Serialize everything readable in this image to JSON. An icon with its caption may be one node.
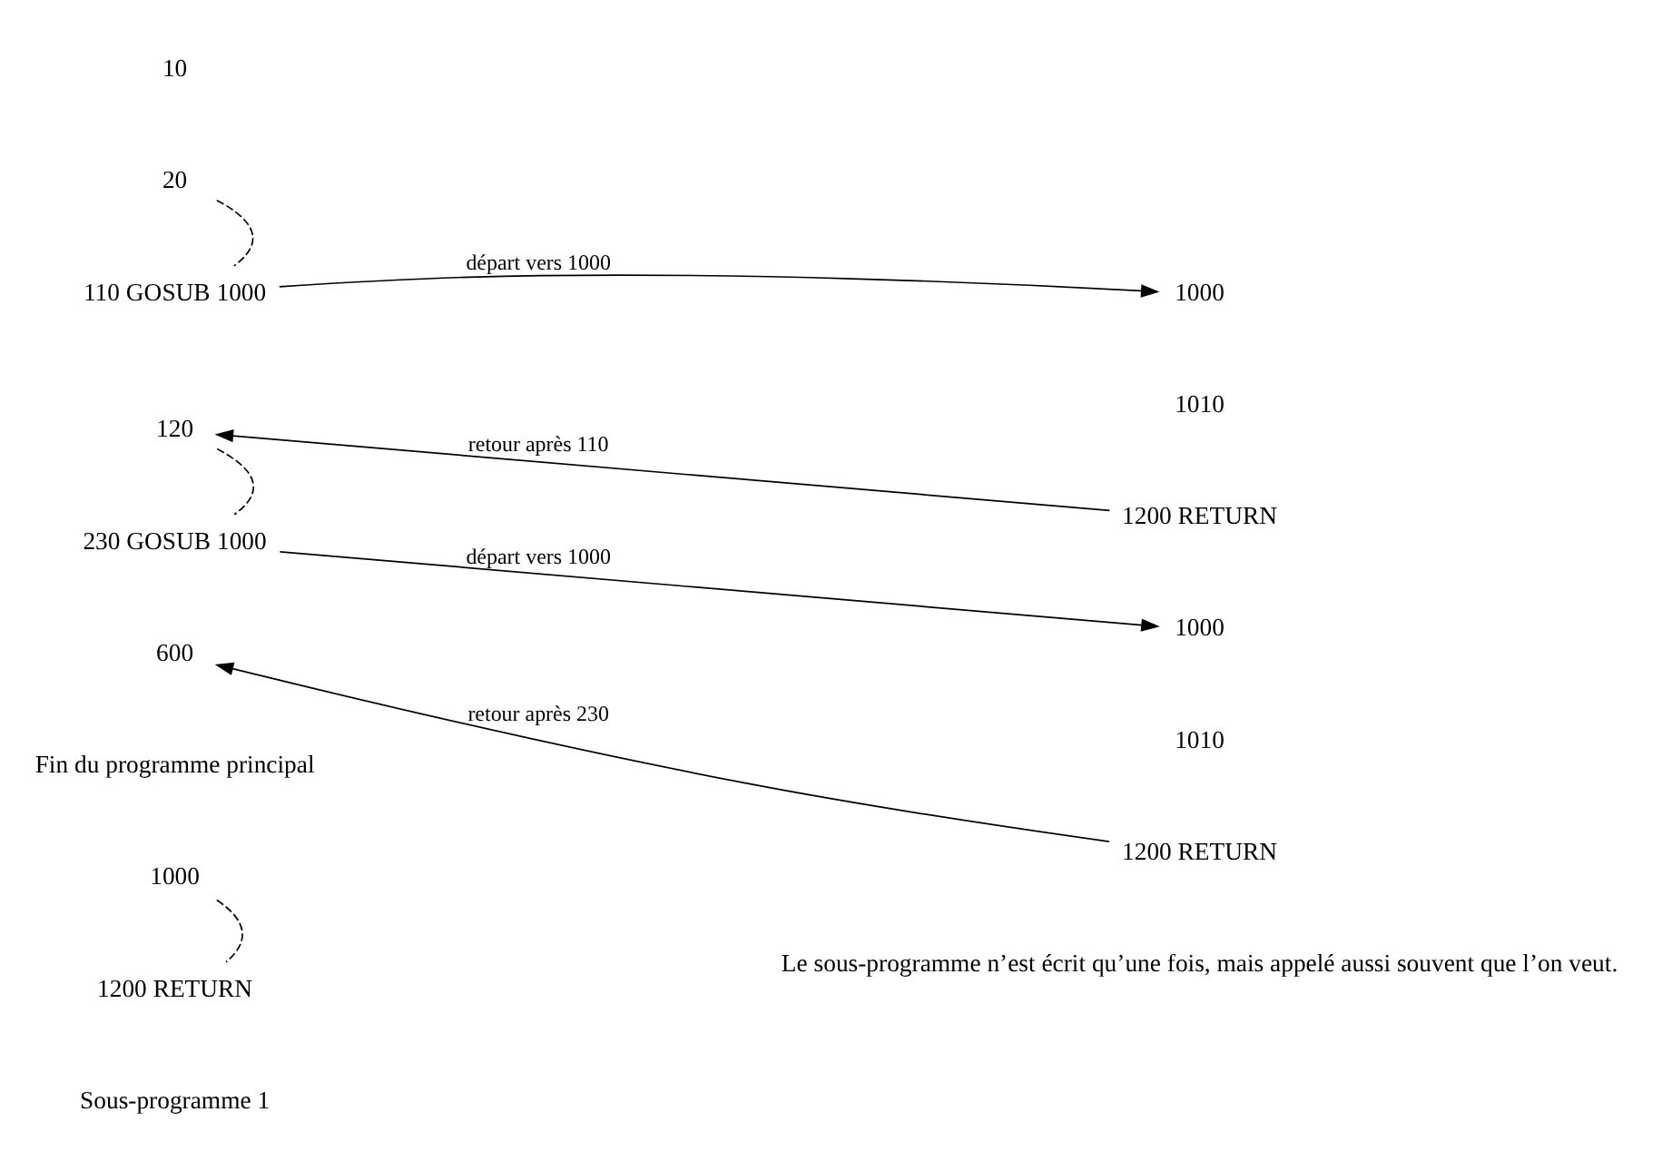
{
  "diagram": {
    "nodes": [
      {
        "text": [
          "10"
        ]
      },
      {
        "text": [
          "20"
        ]
      },
      {
        "text": [
          "110 GOSUB 1000"
        ]
      },
      {
        "text": [
          "1000"
        ]
      },
      {
        "text": [
          "1010"
        ]
      },
      {
        "text": [
          "1200 RETURN"
        ]
      },
      {
        "text": [
          "120"
        ]
      },
      {
        "text": [
          "230 GOSUB 1000"
        ]
      },
      {
        "text": [
          "1000"
        ]
      },
      {
        "text": [
          "1010"
        ]
      },
      {
        "text": [
          "1200 RETURN"
        ]
      },
      {
        "text": [
          "600"
        ]
      },
      {
        "text": [
          "1000"
        ]
      },
      {
        "text": [
          "1200 RETURN"
        ]
      }
    ],
    "edges": [
      {
        "from": 1,
        "to": 2,
        "arrow": "none",
        "style": "dashed"
      },
      {
        "from": 2,
        "to": 3,
        "arrow": "to",
        "label": "départ vers 1000"
      },
      {
        "from": 5,
        "to": 6,
        "arrow": "to",
        "label": "retour après 110"
      },
      {
        "from": 6,
        "to": 7,
        "arrow": "none",
        "style": "dashed"
      },
      {
        "from": 7,
        "to": 8,
        "arrow": "to",
        "label": "départ vers 1000"
      },
      {
        "from": 10,
        "to": 11,
        "arrow": "to",
        "label": "retour après 230"
      },
      {
        "from": 12,
        "to": 13,
        "arrow": "none",
        "style": "dashed"
      }
    ],
    "labels": [
      "Fin du programme principal",
      "Sous-programme 1",
      "Le sous-programme n’est écrit qu’une fois, mais appelé aussi souvent que l’on veut."
    ]
  }
}
